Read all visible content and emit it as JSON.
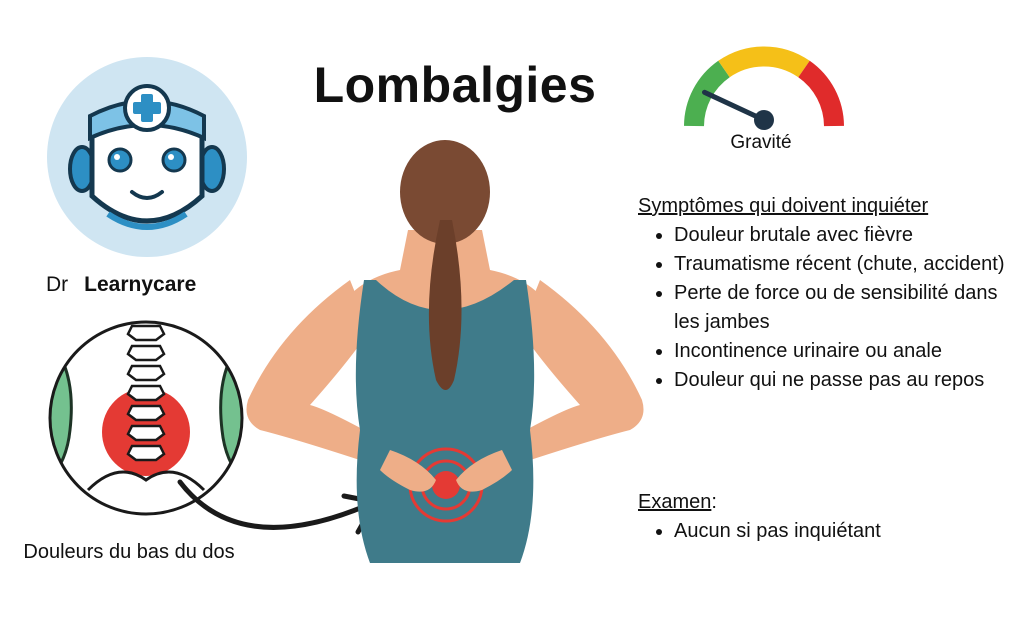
{
  "title": "Lombalgies",
  "doctor": {
    "first": "Dr",
    "last": "Learnycare"
  },
  "spine_caption": "Douleurs du bas du dos",
  "gauge": {
    "label": "Gravité",
    "level": 0.12,
    "colors": {
      "green": "#4caf50",
      "yellow": "#f5c018",
      "red": "#e02b2b"
    }
  },
  "symptoms": {
    "heading": "Symptômes qui doivent inquiéter",
    "items": [
      "Douleur brutale avec fièvre",
      "Traumatisme récent (chute, accident)",
      "Perte de force ou de sensibilité dans les jambes",
      "Incontinence urinaire ou anale",
      "Douleur qui ne passe pas au repos"
    ]
  },
  "exam": {
    "heading": "Examen",
    "items": [
      "Aucun si pas inquiétant"
    ]
  },
  "colors": {
    "skin": "#eeae88",
    "top": "#3f7b8a",
    "hair": "#6b3f2a",
    "pain": "#e43a34",
    "robot_bg": "#cfe5f2",
    "robot_accent": "#2d8fc4",
    "muscle": "#74c18f"
  }
}
